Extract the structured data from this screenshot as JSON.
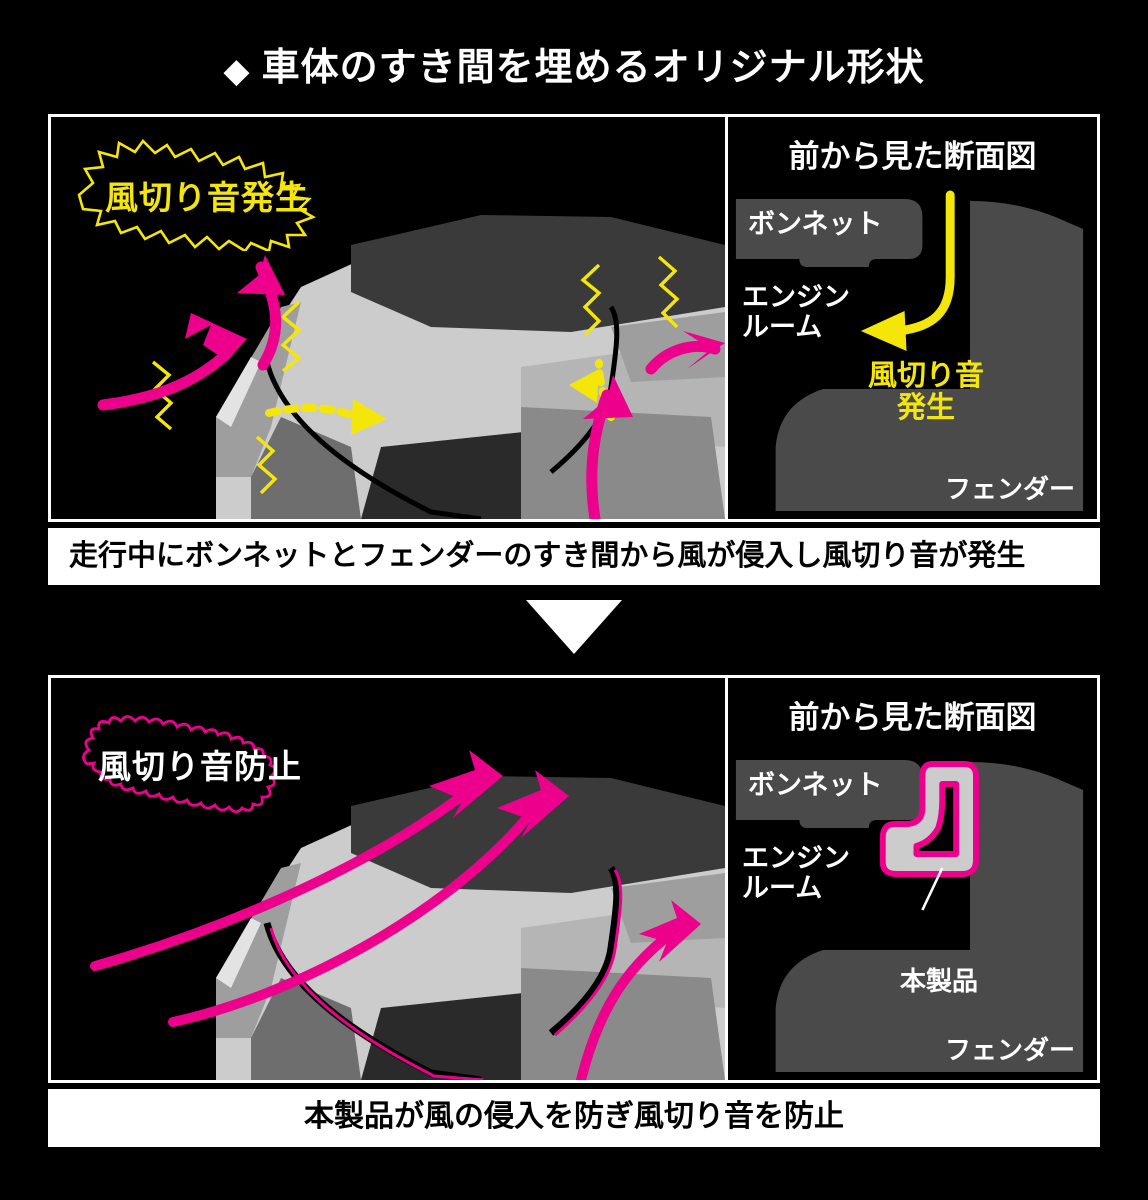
{
  "header": {
    "bullet_icon": "◆",
    "title": "車体のすき間を埋めるオリジナル形状"
  },
  "colors": {
    "background": "#000000",
    "frame": "#ffffff",
    "noise_yellow": "#F5E60A",
    "airflow_pink": "#EC008C",
    "body_light": "#CCCCCC",
    "body_mid": "#9E9E9E",
    "body_dark": "#3A3A3A",
    "panel_gray": "#4A4A4A"
  },
  "sections": [
    {
      "id": "problem",
      "callout": {
        "text": "風切り音発生",
        "style": "jagged-star",
        "color": "#F5E60A"
      },
      "cross_section": {
        "title": "前から見た断面図",
        "labels": {
          "bonnet": "ボンネット",
          "engine_room": "エンジン\nルーム",
          "fender": "フェンダー",
          "noise": "風切り音\n発生"
        },
        "arrow": "wind-enters-gap-arrow"
      },
      "caption": "走行中にボンネットとフェンダーのすき間から風が侵入し風切り音が発生",
      "caption_align": "left"
    },
    {
      "id": "solution",
      "callout": {
        "text": "風切り音防止",
        "style": "wavy-burst",
        "color": "#ffffff"
      },
      "cross_section": {
        "title": "前から見た断面図",
        "labels": {
          "bonnet": "ボンネット",
          "engine_room": "エンジン\nルーム",
          "fender": "フェンダー",
          "product": "本製品"
        },
        "arrow": "none"
      },
      "caption": "本製品が風の侵入を防ぎ風切り音を防止",
      "caption_align": "center"
    }
  ],
  "separator": {
    "icon": "down-triangle-icon"
  }
}
